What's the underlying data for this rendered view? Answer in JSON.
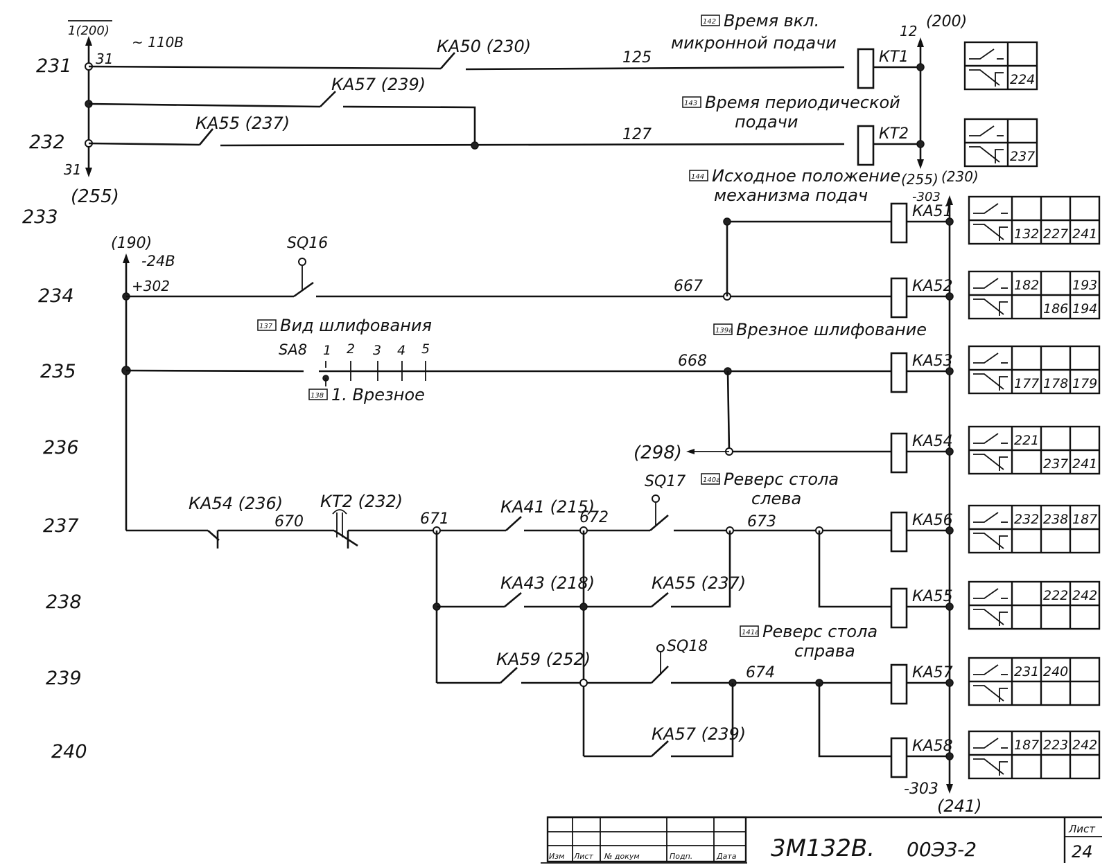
{
  "sheet": {
    "title_block": {
      "columns": [
        "Изм",
        "Лист",
        "№ докум",
        "Подп.",
        "Дата"
      ],
      "drawing_code": "3М132В.",
      "document_code": "00ЭЗ-2",
      "sheet_label": "Лист",
      "sheet_number": "24"
    }
  },
  "row_numbers": [
    "231",
    "232",
    "233",
    "234",
    "235",
    "236",
    "237",
    "238",
    "239",
    "240"
  ],
  "supply": {
    "ac": {
      "voltage": "~ 110В",
      "top_ref": "1(200)",
      "top_wire": "31",
      "bottom_wire": "31",
      "bottom_ref": "(255)"
    },
    "dc": {
      "top_ref": "(190)",
      "voltage": "-24В",
      "wire": "+302"
    },
    "right_ac": {
      "wire": "12",
      "ref": "(200)",
      "bottom_ref_1": "(255)",
      "bottom_ref_2": "(230)"
    },
    "right_dc": {
      "top_wire": "-303",
      "bottom_wire": "-303",
      "bottom_ref": "(241)"
    }
  },
  "contacts": {
    "ka50": "КА50 (230)",
    "ka57_top": "КА57 (239)",
    "ka55_top": "КА55 (237)",
    "sq16": "SQ16",
    "sa8": "SA8",
    "sa8_positions": [
      "1",
      "2",
      "3",
      "4",
      "5"
    ],
    "ka54": "КА54 (236)",
    "kt2": "КТ2 (232)",
    "ka41": "КА41 (215)",
    "sq17": "SQ17",
    "ka43": "КА43 (218)",
    "ka55": "КА55 (237)",
    "ka59": "КА59 (252)",
    "sq18": "SQ18",
    "ka57": "КА57 (239)"
  },
  "wires": {
    "w125": "125",
    "w127": "127",
    "w667": "667",
    "w668": "668",
    "w670": "670",
    "w671": "671",
    "w672": "672",
    "w673": "673",
    "w674": "674",
    "ref298": "(298)"
  },
  "annotations": [
    {
      "tag": "142",
      "line1": "Время вкл.",
      "line2": "микронной подачи"
    },
    {
      "tag": "143",
      "line1": "Время периодической",
      "line2": "подачи"
    },
    {
      "tag": "144",
      "line1": "Исходное положение",
      "line2": "механизма подач"
    },
    {
      "tag": "137",
      "line1": "Вид шлифования",
      "line2": ""
    },
    {
      "tag": "138",
      "line1": "1. Врезное",
      "line2": ""
    },
    {
      "tag": "139а",
      "line1": "Врезное шлифование",
      "line2": ""
    },
    {
      "tag": "140а",
      "line1": "Реверс стола",
      "line2": "слева"
    },
    {
      "tag": "141а",
      "line1": "Реверс стола",
      "line2": "справа"
    }
  ],
  "relays": [
    {
      "name": "КТ1",
      "row": "231",
      "no": [
        ""
      ],
      "nc": [
        "224"
      ]
    },
    {
      "name": "КТ2",
      "row": "232",
      "no": [
        ""
      ],
      "nc": [
        "237"
      ]
    },
    {
      "name": "КА51",
      "row": "233",
      "no": [
        "",
        "",
        ""
      ],
      "nc": [
        "132",
        "227",
        "241"
      ]
    },
    {
      "name": "КА52",
      "row": "234",
      "no": [
        "182",
        "",
        "193"
      ],
      "nc": [
        "",
        "186",
        "194"
      ]
    },
    {
      "name": "КА53",
      "row": "235",
      "no": [
        "",
        "",
        ""
      ],
      "nc": [
        "177",
        "178",
        "179"
      ]
    },
    {
      "name": "КА54",
      "row": "236",
      "no": [
        "221",
        "",
        ""
      ],
      "nc": [
        "",
        "237",
        "241"
      ]
    },
    {
      "name": "КА56",
      "row": "237",
      "no": [
        "232",
        "238",
        "187"
      ],
      "nc": [
        "",
        "",
        ""
      ]
    },
    {
      "name": "КА55",
      "row": "238",
      "no": [
        "",
        "222",
        "242"
      ],
      "nc": [
        "",
        "",
        ""
      ]
    },
    {
      "name": "КА57",
      "row": "239",
      "no": [
        "231",
        "240",
        ""
      ],
      "nc": [
        "",
        "",
        ""
      ]
    },
    {
      "name": "КА58",
      "row": "240",
      "no": [
        "187",
        "223",
        "242"
      ],
      "nc": [
        "",
        "",
        ""
      ]
    }
  ]
}
